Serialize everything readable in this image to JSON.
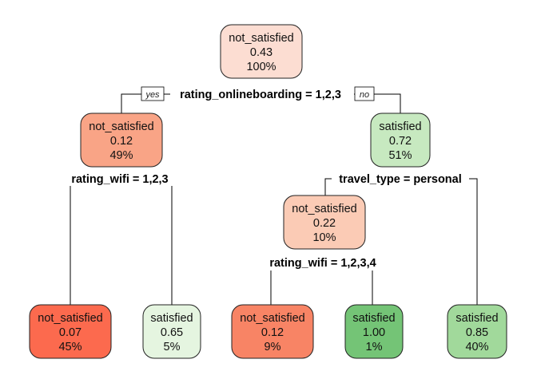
{
  "nodes": {
    "root": {
      "class": "not_satisfied",
      "prob": "0.43",
      "pct": "100%",
      "fill": "#FCDDD2"
    },
    "n2": {
      "class": "not_satisfied",
      "prob": "0.12",
      "pct": "49%",
      "fill": "#F9A486"
    },
    "n3": {
      "class": "satisfied",
      "prob": "0.72",
      "pct": "51%",
      "fill": "#C7E9C0"
    },
    "n6": {
      "class": "not_satisfied",
      "prob": "0.22",
      "pct": "10%",
      "fill": "#FBCBB5"
    },
    "leaf4": {
      "class": "not_satisfied",
      "prob": "0.07",
      "pct": "45%",
      "fill": "#FC6A4E"
    },
    "leaf5": {
      "class": "satisfied",
      "prob": "0.65",
      "pct": "5%",
      "fill": "#E5F5E0"
    },
    "leaf12": {
      "class": "not_satisfied",
      "prob": "0.12",
      "pct": "9%",
      "fill": "#F88465"
    },
    "leaf13": {
      "class": "satisfied",
      "prob": "1.00",
      "pct": "1%",
      "fill": "#74C476"
    },
    "leaf7": {
      "class": "satisfied",
      "prob": "0.85",
      "pct": "40%",
      "fill": "#A1D99B"
    }
  },
  "splits": {
    "root": "rating_onlineboarding = 1,2,3",
    "n2": "rating_wifi = 1,2,3",
    "n3": "travel_type = personal",
    "n6": "rating_wifi = 1,2,3,4"
  },
  "branch_labels": {
    "yes": "yes",
    "no": "no"
  }
}
